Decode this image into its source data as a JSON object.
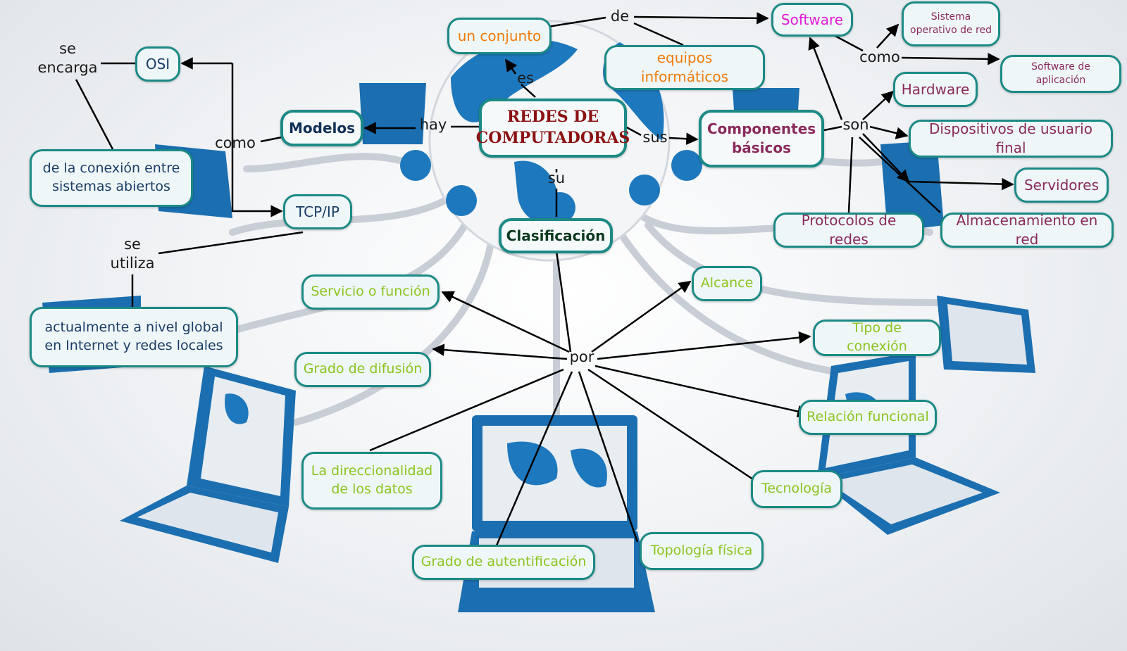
{
  "colors": {
    "border": "#1c8a86",
    "node_fill": "#eef6f8",
    "root_text": "#8b1212",
    "main_text": "#0f2f55",
    "navy": "#1b3d66",
    "green": "#8cc41f",
    "magenta": "#8a2a5a",
    "pink": "#e219d6",
    "orange": "#f07b0a",
    "dark_green": "#0c3a20",
    "laptop_blue": "#1b6fb0"
  },
  "nodes": {
    "root": "REDES DE COMPUTADORAS",
    "conjunto": "un conjunto",
    "equipos": "equipos informáticos",
    "modelos": "Modelos",
    "osi": "OSI",
    "tcpip": "TCP/IP",
    "conexion": "de la conexión entre sistemas abiertos",
    "actual": "actualmente a nivel global en Internet y redes locales",
    "componentes": "Componentes básicos",
    "software": "Software",
    "so_red": "Sistema operativo de red",
    "sw_apl": "Software de aplicación",
    "hardware": "Hardware",
    "dispositivos": "Dispositivos de usuario final",
    "servidores": "Servidores",
    "protocolos": "Protocolos de redes",
    "almacenamiento": "Almacenamiento en red",
    "clasificacion": "Clasificación",
    "servicio": "Servicio o función",
    "difusion": "Grado de difusión",
    "direccionalidad": "La direccionalidad de los datos",
    "autentificacion": "Grado de autentificación",
    "topologia": "Topología física",
    "tecnologia": "Tecnología",
    "relacion": "Relación funcional",
    "tipo": "Tipo de conexión",
    "alcance": "Alcance"
  },
  "links": {
    "es": "es",
    "de": "de",
    "hay": "hay",
    "sus": "sus",
    "su": "su",
    "por": "por",
    "como_left": "como",
    "se_encarga": "se encarga",
    "se_utiliza": "se utiliza",
    "como_right": "como",
    "son": "son"
  }
}
